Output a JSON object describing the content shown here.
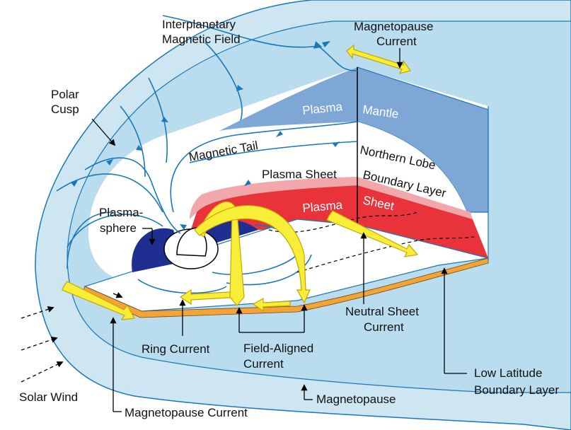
{
  "colors": {
    "magnetopause": "#cde6f2",
    "sheath": "#b9dcee",
    "mantle": "#7fa7d6",
    "plasma_sheet": "#e8333a",
    "boundary_layer": "#f2a7aa",
    "plasmasphere": "#1f2f91",
    "equator_band": "#f2a33a",
    "field_line": "#1a78b8",
    "current_arrow": "#f7ee3a",
    "current_outline": "#c9a400",
    "leader": "#000000"
  },
  "labels": {
    "imf_line1": "Interplanetary",
    "imf_line2": "Magnetic Field",
    "mp_current_top_line1": "Magnetopause",
    "mp_current_top_line2": "Current",
    "polar_cusp_line1": "Polar",
    "polar_cusp_line2": "Cusp",
    "plasma_mantle_a": "Plasma",
    "plasma_mantle_b": "Mantle",
    "magnetic_tail": "Magnetic Tail",
    "northern_lobe": "Northern Lobe",
    "plasma_sheet_label": "Plasma Sheet",
    "boundary_layer": "Boundary Layer",
    "plasma_sheet_a": "Plasma",
    "plasma_sheet_b": "Sheet",
    "plasmasphere_line1": "Plasma-",
    "plasmasphere_line2": "sphere",
    "neutral_sheet_line1": "Neutral Sheet",
    "neutral_sheet_line2": "Current",
    "ring_current": "Ring Current",
    "field_aligned_line1": "Field-Aligned",
    "field_aligned_line2": "Current",
    "low_lat_line1": "Low Latitude",
    "low_lat_line2": "Boundary Layer",
    "solar_wind": "Solar Wind",
    "magnetopause_bottom": "Magnetopause",
    "mp_current_bottom": "Magnetopause Current"
  }
}
